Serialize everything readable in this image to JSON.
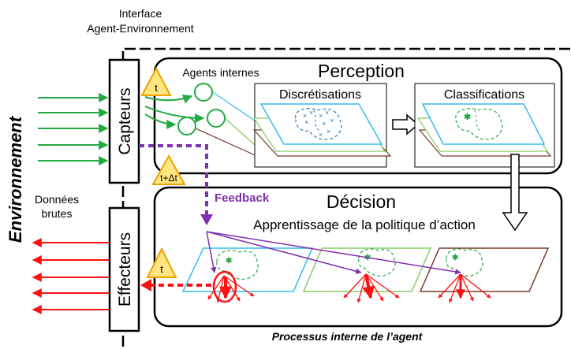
{
  "labels": {
    "interface_line1": "Interface",
    "interface_line2": "Agent-Environnement",
    "environment": "Environnement",
    "raw_data_line1": "Données",
    "raw_data_line2": "brutes",
    "sensors": "Capteurs",
    "effectors": "Effecteurs",
    "internal_agents": "Agents internes",
    "perception": "Perception",
    "discretisations": "Discrétisations",
    "classifications": "Classifications",
    "decision": "Décision",
    "feedback": "Feedback",
    "learning": "Apprentissage de la politique d’action",
    "internal_process": "Processus interne de l’agent",
    "time_t_sensor": "t",
    "time_t_delta": "t+Δt",
    "time_t_effector": "t"
  },
  "colors": {
    "input_arrows": "#22aa44",
    "output_arrows": "#ff1111",
    "feedback": "#8030b0",
    "triangle_fill": "#ffe680",
    "triangle_stroke": "#f0a000",
    "plane_cyan": "#33bbee",
    "plane_green": "#88cc66",
    "plane_brown": "#7a3a2a",
    "dots_blue": "#2a7ab0",
    "dots_green": "#22aa44"
  }
}
